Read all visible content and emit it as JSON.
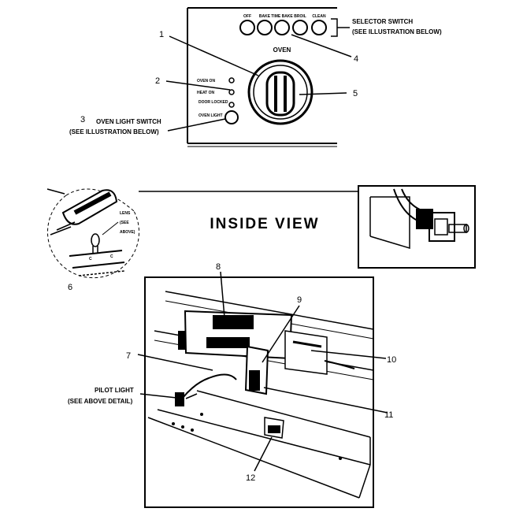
{
  "control_panel": {
    "selector_buttons": [
      "OFF",
      "BAKE",
      "TIME BAKE",
      "BROIL",
      "CLEAN"
    ],
    "oven_label": "OVEN",
    "indicator_labels": [
      "OVEN ON",
      "HEAT ON",
      "DOOR LOCKED",
      "OVEN LIGHT"
    ]
  },
  "callouts": {
    "selector_switch_line1": "SELECTOR SWITCH",
    "selector_switch_line2": "(SEE ILLUSTRATION BELOW)",
    "oven_light_line1": "OVEN LIGHT SWITCH",
    "oven_light_line2": "(SEE ILLUSTRATION BELOW)",
    "pilot_light_line1": "PILOT LIGHT",
    "pilot_light_line2": "(SEE ABOVE DETAIL)",
    "lens_line1": "LENS",
    "lens_line2": "(SEE",
    "lens_line3": "ABOVE)"
  },
  "title": "INSIDE VIEW",
  "part_numbers": [
    "1",
    "2",
    "3",
    "4",
    "5",
    "6",
    "7",
    "8",
    "9",
    "10",
    "11",
    "12"
  ]
}
